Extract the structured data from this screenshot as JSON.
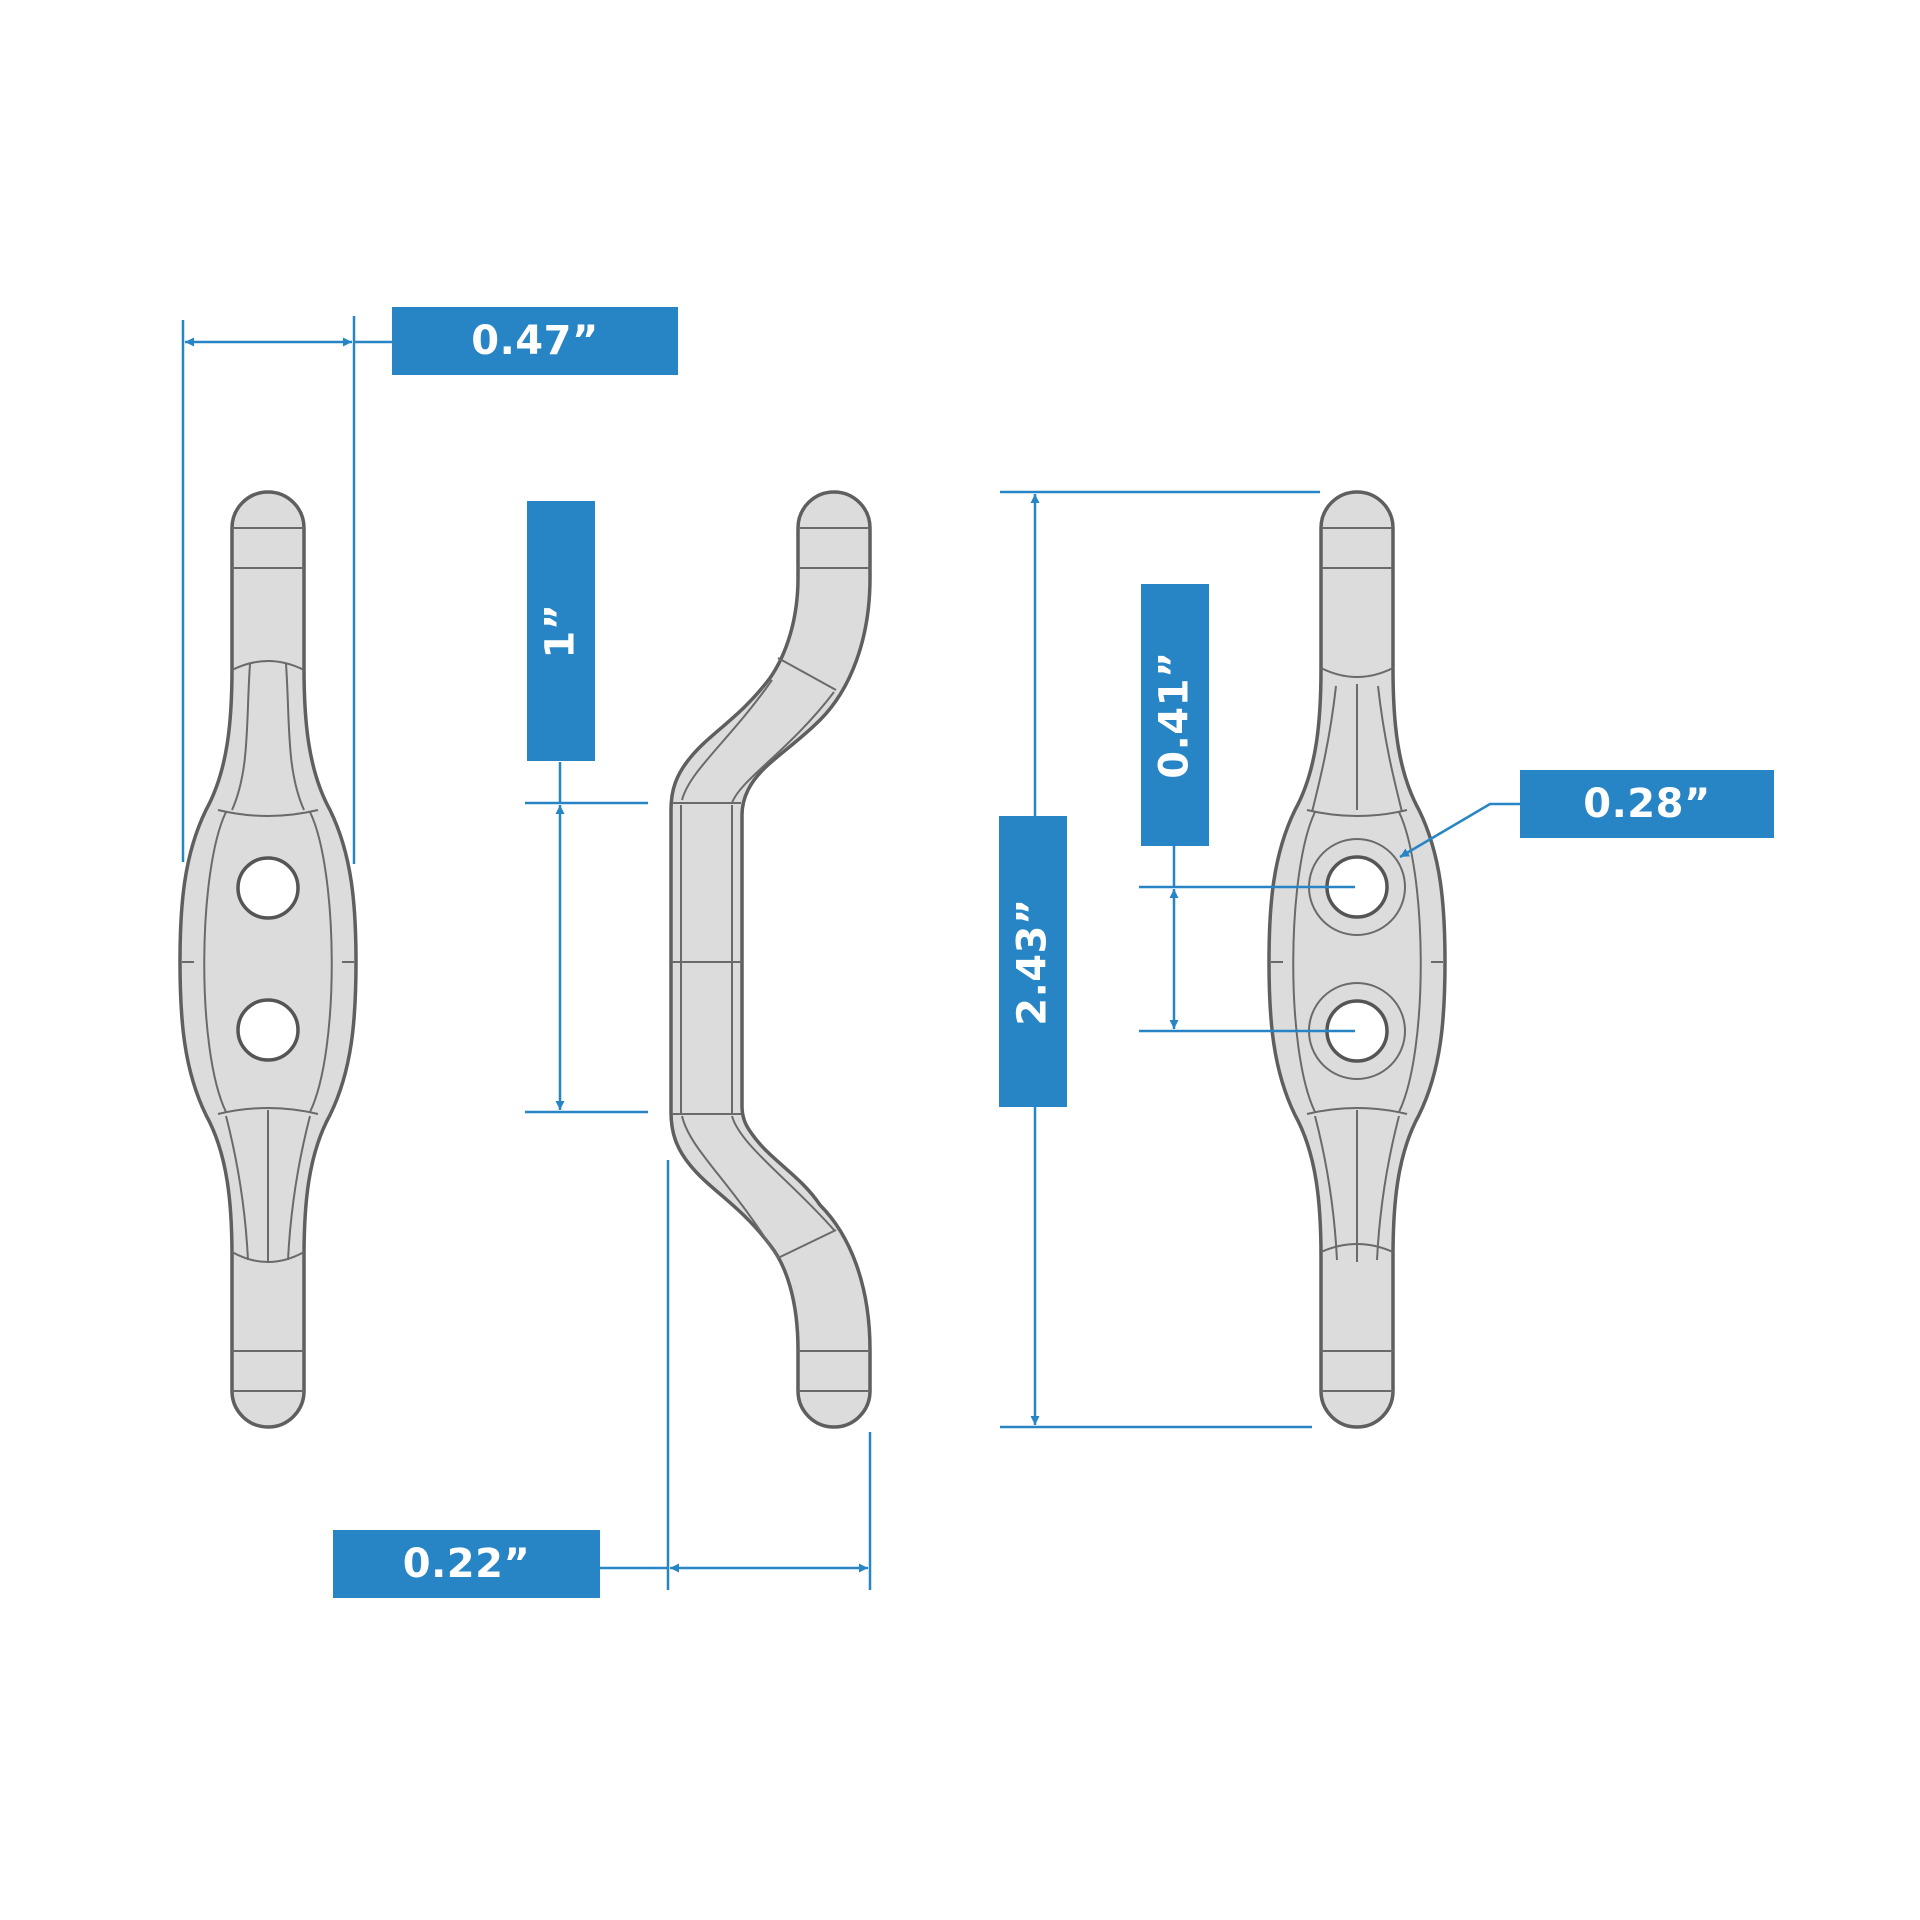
{
  "diagram": {
    "subject": "cleat",
    "views": [
      "front-view",
      "side-view",
      "front-view-dimensioned"
    ],
    "colors": {
      "accent": "#2785c6",
      "part_fill": "#dcdcdd",
      "part_outline": "#5f5f5f",
      "background": "#ffffff"
    }
  },
  "dimensions": {
    "width": {
      "label": "0.47”",
      "description": "overall width"
    },
    "hole_spacing_center": {
      "label": "1”",
      "description": "straight section length (side view)"
    },
    "depth": {
      "label": "0.22”",
      "description": "offset depth (side view)"
    },
    "length": {
      "label": "2.43”",
      "description": "overall length"
    },
    "hole_spacing": {
      "label": "0.41”",
      "description": "hole center to hole center"
    },
    "hole_diameter": {
      "label": "0.28”",
      "description": "countersunk hole diameter"
    }
  }
}
